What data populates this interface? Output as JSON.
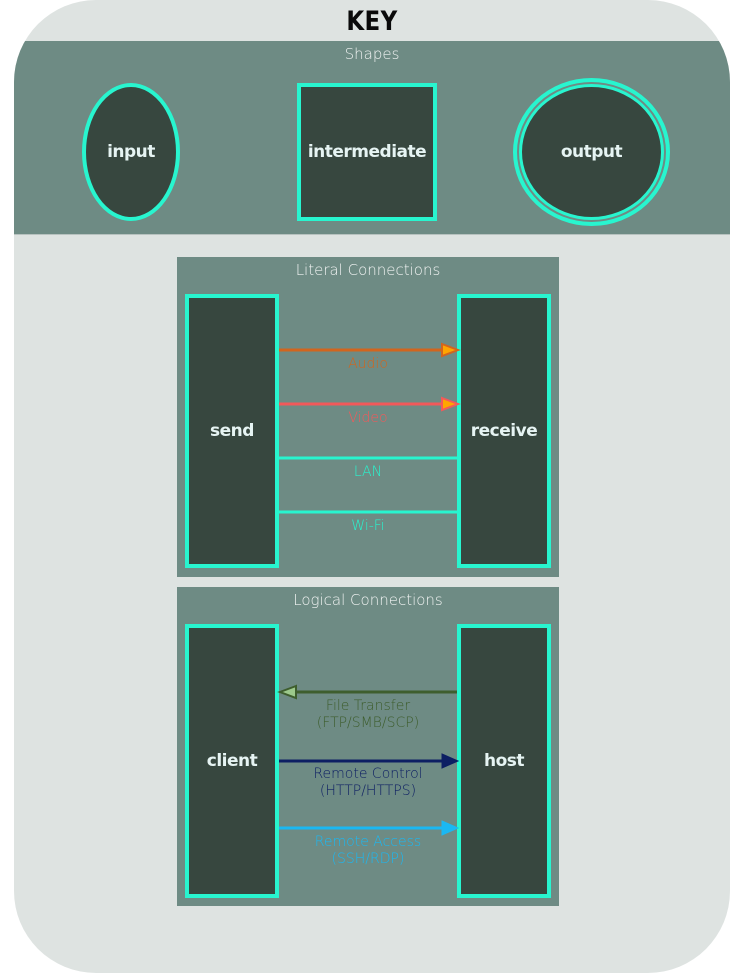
{
  "title": "KEY",
  "colors": {
    "card_bg": "#dee3e1",
    "panel_bg": "#6e8b84",
    "node_fill": "#37473f",
    "node_border": "#28f5cf",
    "audio": "#d2651e",
    "video": "#f2595a",
    "lan": "#28f5cf",
    "wifi": "#28f5cf",
    "file_transfer": "#3e5e2e",
    "remote_control": "#0d1f63",
    "remote_access": "#1ab8f3",
    "arrowhead_fill_literal": "#ffa500",
    "arrowhead_fill_file": "#9cc98b"
  },
  "shapes": {
    "title": "Shapes",
    "items": [
      {
        "label": "input",
        "shape": "circle"
      },
      {
        "label": "intermediate",
        "shape": "rectangle"
      },
      {
        "label": "output",
        "shape": "double-circle"
      }
    ]
  },
  "literal": {
    "title": "Literal Connections",
    "left_node": "send",
    "right_node": "receive",
    "connections": [
      {
        "label": "Audio",
        "direction": "right",
        "color": "#d2651e",
        "arrow": "filled-orange"
      },
      {
        "label": "Video",
        "direction": "right",
        "color": "#f2595a",
        "arrow": "filled-orange"
      },
      {
        "label": "LAN",
        "direction": "none",
        "color": "#28f5cf"
      },
      {
        "label": "Wi-Fi",
        "direction": "none",
        "color": "#28f5cf"
      }
    ]
  },
  "logical": {
    "title": "Logical Connections",
    "left_node": "client",
    "right_node": "host",
    "connections": [
      {
        "label": "File Transfer",
        "sublabel": "(FTP/SMB/SCP)",
        "direction": "left",
        "color": "#3e5e2e"
      },
      {
        "label": "Remote Control",
        "sublabel": "(HTTP/HTTPS)",
        "direction": "right",
        "color": "#0d1f63"
      },
      {
        "label": "Remote Access",
        "sublabel": "(SSH/RDP)",
        "direction": "right",
        "color": "#1ab8f3"
      }
    ]
  }
}
